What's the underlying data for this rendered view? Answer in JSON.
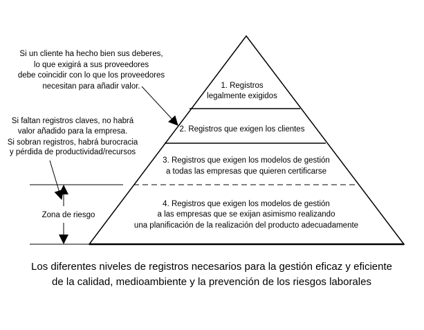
{
  "annotations": {
    "clients_note": [
      "Si un cliente ha hecho bien sus deberes,",
      "lo que exigirá a sus proveedores",
      "debe coincidir con lo que los proveedores",
      "necesitan para añadir valor."
    ],
    "records_note": [
      "Si faltan registros claves, no habrá",
      "valor añadido para la empresa.",
      "Si sobran registros, habrá burocracia",
      "y pérdida de productividad/recursos"
    ],
    "risk_zone": "Zona de riesgo"
  },
  "pyramid": {
    "levels": [
      {
        "lines": [
          "1. Registros",
          "legalmente exigidos"
        ]
      },
      {
        "lines": [
          "2. Registros que exigen los clientes"
        ]
      },
      {
        "lines": [
          "3. Registros que exigen los modelos de gestión",
          "a todas las empresas que quieren certificarse"
        ]
      },
      {
        "lines": [
          "4. Registros que exigen los modelos de gestión",
          "a las empresas que se exijan asimismo realizando",
          "una planificación de la realización del producto adecuadamente"
        ]
      }
    ]
  },
  "caption": [
    "Los diferentes niveles de registros necesarios para la gestión eficaz y eficiente",
    "de la calidad, medioambiente y la prevención de los riesgos laborales"
  ]
}
